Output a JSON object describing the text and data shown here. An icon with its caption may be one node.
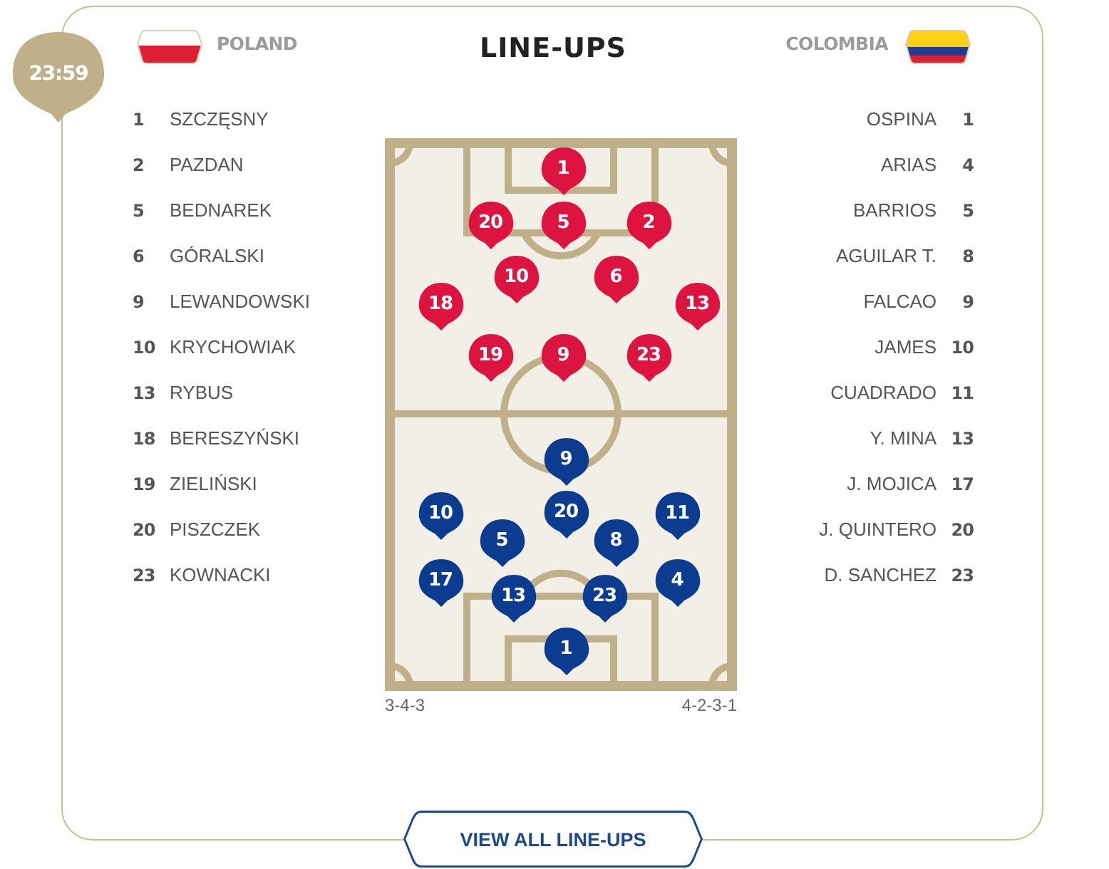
{
  "diagram": {
    "title": "LINE-UPS",
    "nodes": [
      {
        "text": [
          "23:59"
        ]
      },
      {
        "text": [
          "1"
        ]
      },
      {
        "text": [
          "20"
        ]
      },
      {
        "text": [
          "5"
        ]
      },
      {
        "text": [
          "2"
        ]
      },
      {
        "text": [
          "10"
        ]
      },
      {
        "text": [
          "6"
        ]
      },
      {
        "text": [
          "18"
        ]
      },
      {
        "text": [
          "13"
        ]
      },
      {
        "text": [
          "19"
        ]
      },
      {
        "text": [
          "9"
        ]
      },
      {
        "text": [
          "23"
        ]
      },
      {
        "text": [
          "9"
        ]
      },
      {
        "text": [
          "10"
        ]
      },
      {
        "text": [
          "20"
        ]
      },
      {
        "text": [
          "11"
        ]
      },
      {
        "text": [
          "5"
        ]
      },
      {
        "text": [
          "8"
        ]
      },
      {
        "text": [
          "17"
        ]
      },
      {
        "text": [
          "13"
        ]
      },
      {
        "text": [
          "23"
        ]
      },
      {
        "text": [
          "4"
        ]
      },
      {
        "text": [
          "1"
        ]
      },
      {
        "text": [
          "VIEW ALL LINE-UPS"
        ]
      }
    ],
    "labels": [
      "POLAND",
      "COLOMBIA",
      "1",
      "SZCZĘSNY",
      "OSPINA",
      "1",
      "2",
      "PAZDAN",
      "ARIAS",
      "4",
      "5",
      "BEDNAREK",
      "BARRIOS",
      "5",
      "6",
      "GÓRALSKI",
      "AGUILAR T.",
      "8",
      "9",
      "LEWANDOWSKI",
      "FALCAO",
      "9",
      "10",
      "KRYCHOWIAK",
      "JAMES",
      "10",
      "13",
      "RYBUS",
      "CUADRADO",
      "11",
      "18",
      "BERESZYŃSKI",
      "Y. MINA",
      "13",
      "19",
      "ZIELIŃSKI",
      "J. MOJICA",
      "17",
      "20",
      "PISZCZEK",
      "J. QUINTERO",
      "20",
      "23",
      "KOWNACKI",
      "D. SANCHEZ",
      "23",
      "3-4-3",
      "4-2-3-1"
    ]
  }
}
